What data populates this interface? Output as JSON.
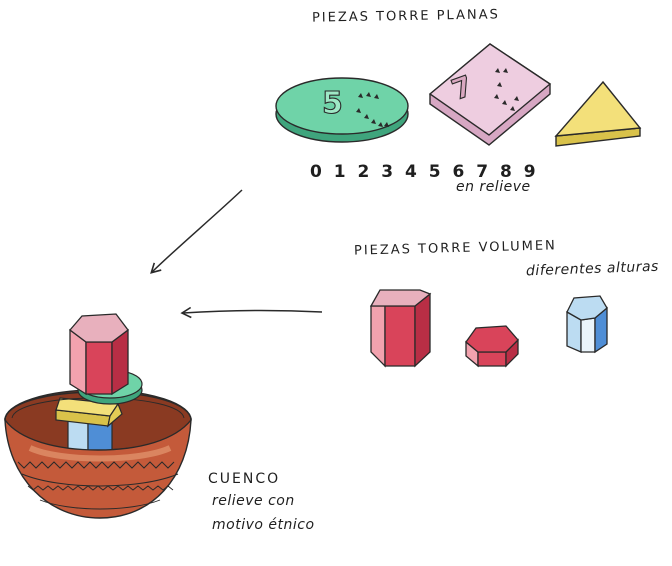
{
  "flat_pieces": {
    "title": "PIEZAS TORRE PLANAS",
    "disc_numeral": "5",
    "square_numeral": "7",
    "digits": "0 1 2 3 4 5 6 7 8 9",
    "relief_note": "en relieve"
  },
  "volume_pieces": {
    "title": "PIEZAS TORRE VOLUMEN",
    "note": "diferentes alturas"
  },
  "bowl": {
    "title": "CUENCO",
    "line1": "relieve con",
    "line2": "motivo étnico"
  },
  "colors": {
    "red": "#d9445a",
    "red_light": "#f2a2ae",
    "green": "#6fd3a8",
    "yellow": "#f3e07a",
    "blue": "#4f8ed6",
    "blue_light": "#bcdcf2",
    "bowl_brown": "#c45a3a",
    "bowl_light": "#e9a27a",
    "pink": "#eecde0",
    "outline": "#2a2a2a"
  }
}
